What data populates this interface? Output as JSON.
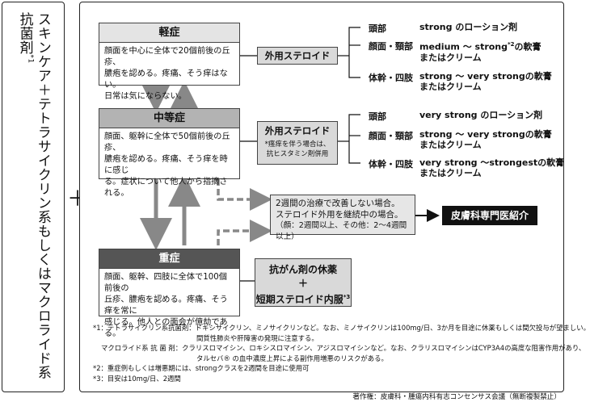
{
  "left_panel": {
    "text": "スキンケア＋テトラサイクリン系もしくはマクロライド系抗菌剤",
    "note_mark": "*1"
  },
  "plus_sign": "＋",
  "mild": {
    "title": "軽症",
    "desc": [
      "顔面を中心に全体で20個前後の丘疹、",
      "膿疱を認める。疼痛、そう痒はない。",
      "日常は気にならない。"
    ],
    "treatment": "外用ステロイド",
    "sites": [
      {
        "site": "頭部",
        "rec": [
          "strong のローション剤"
        ]
      },
      {
        "site": "顔面・頸部",
        "rec": [
          "medium ～ strong",
          "*2",
          "の軟膏",
          "またはクリーム"
        ]
      },
      {
        "site": "体幹・四肢",
        "rec": [
          "strong ～ very strongの軟膏",
          "またはクリーム"
        ]
      }
    ]
  },
  "moderate": {
    "title": "中等症",
    "desc": [
      "顔面、躯幹に全体で50個前後の丘疹、",
      "膿疱を認める。疼痛、そう痒を時に感じ",
      "る。症状について他人から指摘される。"
    ],
    "treatment": "外用ステロイド",
    "treatment_note": [
      "*瘙痒を伴う場合は、",
      "抗ヒスタミン剤併用"
    ],
    "sites": [
      {
        "site": "頭部",
        "rec": [
          "very strong のローション剤"
        ]
      },
      {
        "site": "顔面・頸部",
        "rec": [
          "strong ～ very strongの軟膏",
          "またはクリーム"
        ]
      },
      {
        "site": "体幹・四肢",
        "rec": [
          "very strong ～strongestの軟膏",
          "またはクリーム"
        ]
      }
    ]
  },
  "referral": {
    "condition": [
      "2週間の治療で改善しない場合。",
      "ステロイド外用を継続中の場合。",
      "（顔：2週間以上、その他：2～4週間以上）"
    ],
    "target": "皮膚科専門医紹介"
  },
  "severe": {
    "title": "重症",
    "desc": [
      "顔面、躯幹、四肢に全体で100個前後の",
      "丘疹、膿疱を認める。疼痛、そう痒を常に",
      "感じる。他人との面会が億劫である。"
    ],
    "treatment_line1": "抗がん剤の休薬",
    "treatment_plus": "＋",
    "treatment_line2": "短期ステロイド内服",
    "treatment_note_mark": "*3"
  },
  "notes": [
    "*1：テトラサイクリン系抗菌剤：ドキシサイクリン、ミノサイクリンなど。なお、ミノサイクリンは100mg/日、3か月を目途に休薬もしくは間欠投与が望ましい。",
    "間質性肺炎や肝障害の発現に注意する。",
    "マクロライド系 抗 菌 剤：クラリスロマイシン、ロキシスロマイシン、アジスロマイシンなど。なお、クラリスロマイシンはCYP3A4の高度な阻害作用があり、",
    "タルセバ® の血中濃度上昇による副作用増悪のリスクがある。",
    "*2：重症例もしくは増悪期には、strongクラスを2週間を目途に使用可",
    "*3：目安は10mg/日、2週間"
  ],
  "copyright": "著作権：皮膚科・腫瘍内科有志コンセンサス会議（無断複製禁止）"
}
